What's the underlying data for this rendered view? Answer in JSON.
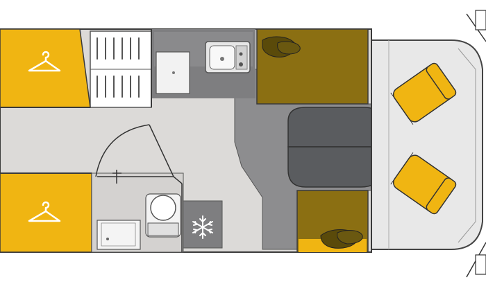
{
  "diagram": {
    "type": "motorhome-floor-plan",
    "colors": {
      "floor": "#dcdad8",
      "wall": "#6a6a6a",
      "wardrobe": "#f0b512",
      "bench": "#8b6f12",
      "seat_cushion": "#5a5c5f",
      "kitchen": "#7e7e80",
      "cab_seat": "#f0b512",
      "cab_body": "#e8e8e8",
      "outline": "#2a2a2a"
    },
    "icons": {
      "wardrobe": "hanger-icon",
      "fridge": "snowflake-icon",
      "sink": "sink-icon",
      "shower": "shower-icon"
    },
    "areas": [
      "wardrobe-rear-top",
      "wardrobe-rear-bottom",
      "shelving",
      "shower",
      "toilet",
      "washbasin",
      "fridge",
      "kitchen-counter",
      "dinette-bench-top",
      "dinette-bench-bottom",
      "dinette-table",
      "cab-seat-left",
      "cab-seat-right",
      "cab"
    ]
  }
}
